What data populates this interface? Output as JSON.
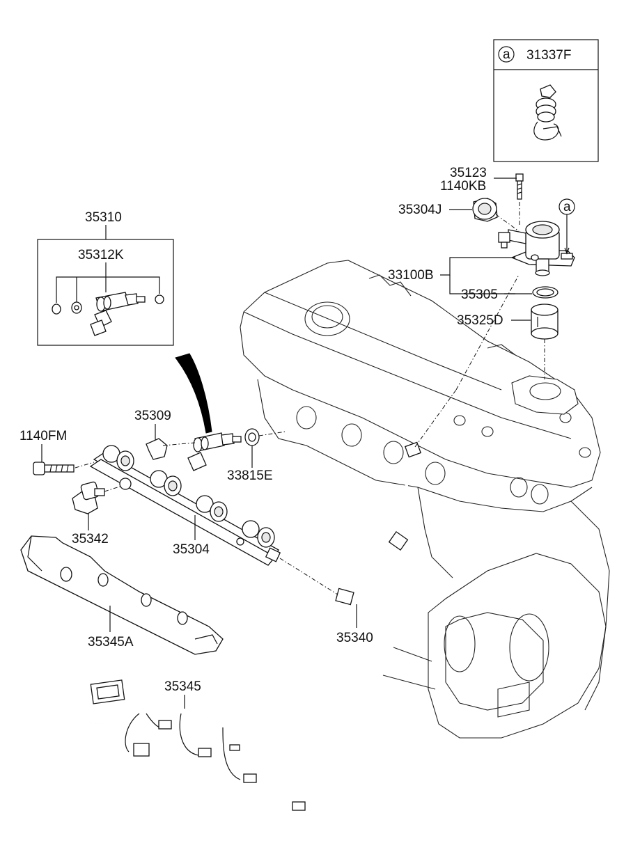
{
  "labels": {
    "p31337f": "31337F",
    "callout_a_box": "a",
    "callout_a_pump": "a",
    "p35123": "35123",
    "p1140kb": "1140KB",
    "p35304j": "35304J",
    "p33100b": "33100B",
    "p35305": "35305",
    "p35325d": "35325D",
    "p35310": "35310",
    "p35312k": "35312K",
    "p35309": "35309",
    "p1140fm": "1140FM",
    "p33815e": "33815E",
    "p35342": "35342",
    "p35304": "35304",
    "p35345a": "35345A",
    "p35340": "35340",
    "p35345": "35345"
  }
}
